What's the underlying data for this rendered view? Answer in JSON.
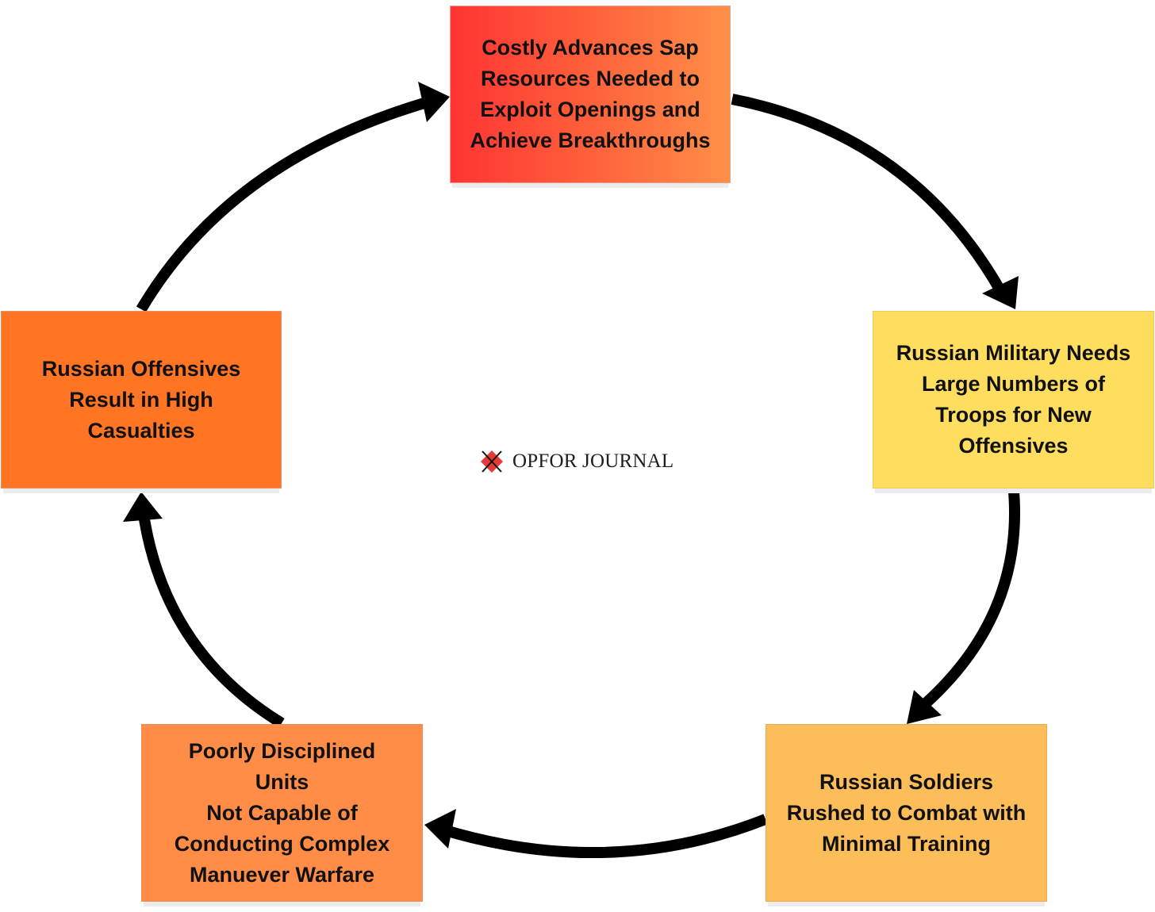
{
  "cycle": {
    "nodes": [
      {
        "id": "costly-advances",
        "label": "Costly Advances Sap Resources Needed to Exploit Openings and Achieve Breakthroughs",
        "lines": [
          "Costly Advances Sap",
          "Resources Needed to",
          "Exploit Openings and",
          "Achieve Breakthroughs"
        ],
        "color": "#ff5a3a"
      },
      {
        "id": "troop-needs",
        "label": "Russian Military Needs Large Numbers of Troops for New Offensives",
        "lines": [
          "Russian Military Needs",
          "Large Numbers of",
          "Troops for New",
          "Offensives"
        ],
        "color": "#ffdd5e"
      },
      {
        "id": "rushed-soldiers",
        "label": "Russian Soldiers Rushed to Combat with Minimal Training",
        "lines": [
          "Russian Soldiers",
          "Rushed to Combat with",
          "Minimal Training"
        ],
        "color": "#fdbd58"
      },
      {
        "id": "poor-discipline",
        "label": "Poorly Disciplined Units Not Capable of Conducting Complex Manuever Warfare",
        "lines": [
          "Poorly Disciplined Units",
          "Not Capable of",
          "Conducting Complex",
          "Manuever Warfare"
        ],
        "color": "#ff8d47"
      },
      {
        "id": "high-casualties",
        "label": "Russian Offensives Result in High Casualties",
        "lines": [
          "Russian Offensives",
          "Result in High",
          "Casualties"
        ],
        "color": "#ff7524"
      }
    ],
    "edges": [
      {
        "from": "costly-advances",
        "to": "troop-needs"
      },
      {
        "from": "troop-needs",
        "to": "rushed-soldiers"
      },
      {
        "from": "rushed-soldiers",
        "to": "poor-discipline"
      },
      {
        "from": "poor-discipline",
        "to": "high-casualties"
      },
      {
        "from": "high-casualties",
        "to": "costly-advances"
      }
    ],
    "arrow_color": "#000000"
  },
  "watermark": {
    "text": "OPFOR JOURNAL",
    "icon": "crossed-x-logo-icon",
    "icon_colors": [
      "#e53935",
      "#000000"
    ]
  }
}
